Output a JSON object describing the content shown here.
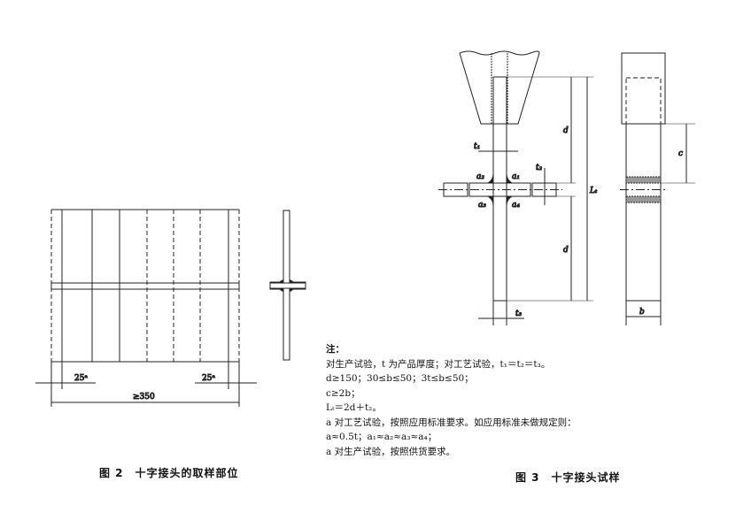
{
  "figure2": {
    "caption": "图 2　十字接头的取样部位",
    "dim_left": "25ᵃ",
    "dim_right": "25ᵃ",
    "dim_total": "≥350"
  },
  "figure3": {
    "caption": "图 3　十字接头试样",
    "labels": {
      "d": "d",
      "L": "Lₜ",
      "t1": "t₁",
      "t2": "t₂",
      "t3": "t₃",
      "a1": "a₁",
      "a2": "a₂",
      "a3": "a₃",
      "a4": "a₄",
      "c": "c",
      "b": "b"
    },
    "notes": [
      "注：",
      "对生产试验，t 为产品厚度；对工艺试验，t₁＝t₂＝t₃。",
      "d≥150；30≤b≤50；3t≤b≤50；",
      "c≥2b；",
      "Lₜ＝2d＋t₂。",
      "a 对工艺试验，按照应用标准要求。如应用标准未做规定则：",
      "a≈0.5t；a₁≈a₂≈a₃≈a₄；",
      "a 对生产试验，按照供货要求。"
    ]
  }
}
